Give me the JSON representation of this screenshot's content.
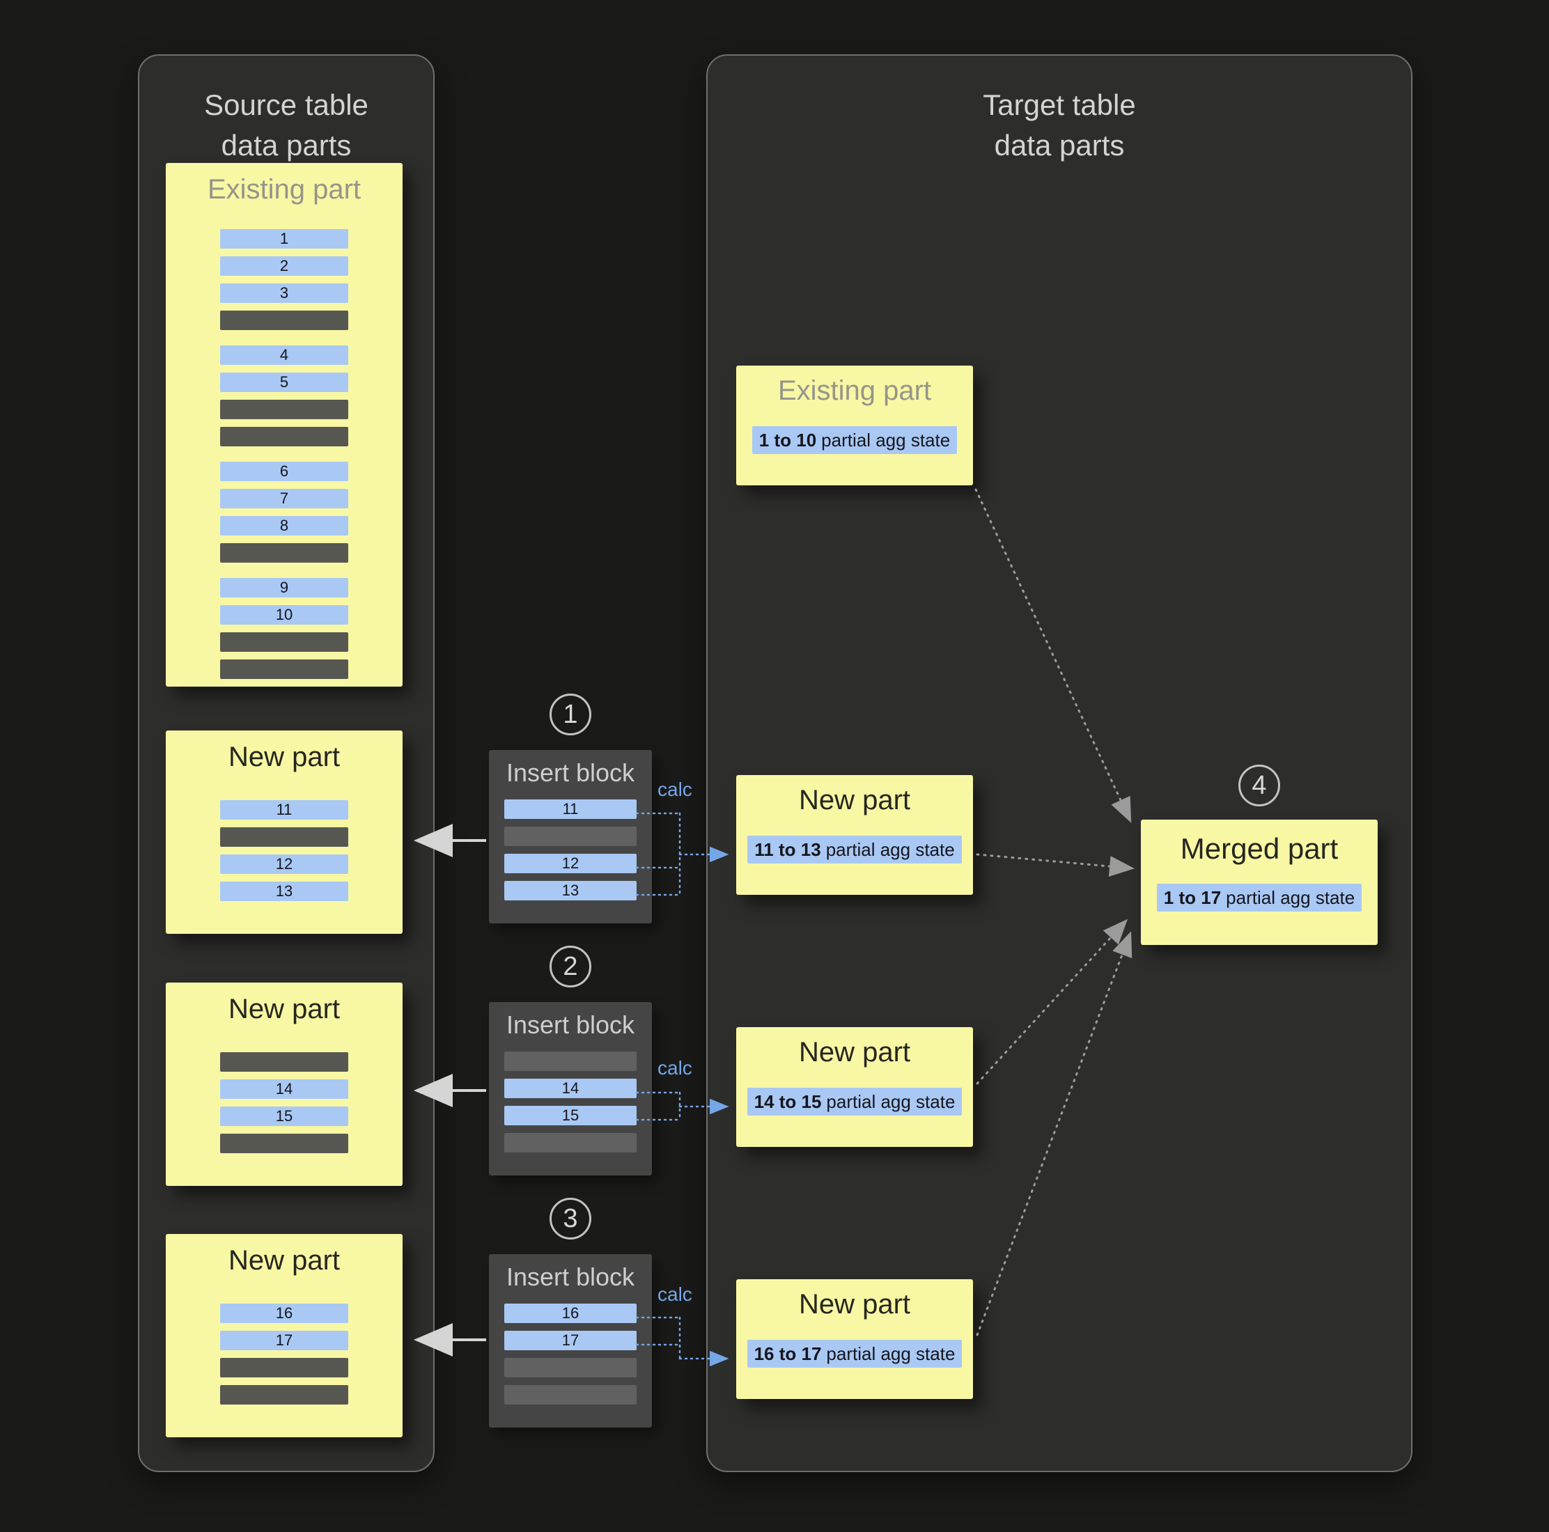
{
  "source_panel": {
    "title_line1": "Source table",
    "title_line2": "data parts",
    "existing_part": {
      "title": "Existing part",
      "row_groups": [
        [
          "1",
          "2",
          "3",
          null
        ],
        [
          "4",
          "5",
          null,
          null
        ],
        [
          "6",
          "7",
          "8",
          null
        ],
        [
          "9",
          "10",
          null,
          null
        ]
      ]
    },
    "new_parts": [
      {
        "title": "New part",
        "rows": [
          "11",
          null,
          "12",
          "13"
        ]
      },
      {
        "title": "New part",
        "rows": [
          null,
          "14",
          "15",
          null
        ]
      },
      {
        "title": "New part",
        "rows": [
          "16",
          "17",
          null,
          null
        ]
      }
    ]
  },
  "insert_blocks": [
    {
      "step": "1",
      "title": "Insert block",
      "calc_label": "calc",
      "rows": [
        "11",
        null,
        "12",
        "13"
      ]
    },
    {
      "step": "2",
      "title": "Insert block",
      "calc_label": "calc",
      "rows": [
        null,
        "14",
        "15",
        null
      ]
    },
    {
      "step": "3",
      "title": "Insert block",
      "calc_label": "calc",
      "rows": [
        "16",
        "17",
        null,
        null
      ]
    }
  ],
  "target_panel": {
    "title_line1": "Target table",
    "title_line2": "data parts",
    "existing_part": {
      "title": "Existing part",
      "range": "1 to 10",
      "suffix": "partial agg state"
    },
    "new_parts": [
      {
        "title": "New part",
        "range": "11 to 13",
        "suffix": "partial agg state"
      },
      {
        "title": "New part",
        "range": "14 to 15",
        "suffix": "partial agg state"
      },
      {
        "title": "New part",
        "range": "16 to 17",
        "suffix": "partial agg state"
      }
    ],
    "merged_part": {
      "step": "4",
      "title": "Merged part",
      "range": "1 to 17",
      "suffix": "partial agg state"
    }
  },
  "colors": {
    "background": "#1a1a19",
    "panel": "#2d2d2c",
    "card_yellow": "#f8f7a4",
    "row_blue": "#a9c9f4",
    "row_gray": "#575752",
    "insert_block": "#454545",
    "calc_blue": "#74a7e8",
    "arrow_light": "#d5d5d5",
    "arrow_gray": "#9b9b9b"
  }
}
